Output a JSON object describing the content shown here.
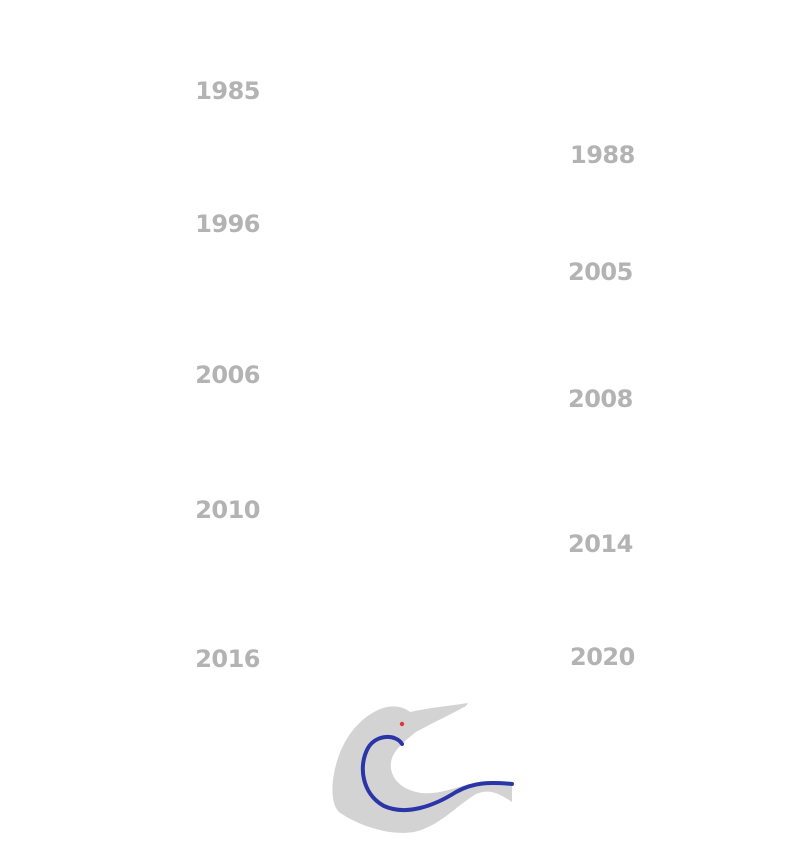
{
  "timeline": {
    "left_years": [
      "1985",
      "1996",
      "2006",
      "2010",
      "2016"
    ],
    "right_years": [
      "1988",
      "2005",
      "2008",
      "2014",
      "2020"
    ]
  },
  "logo": {
    "icon": "loon-bird-logo-icon",
    "colors": {
      "body": "#d3d3d3",
      "curve": "#2a36a8",
      "eye": "#e0363c"
    }
  },
  "colors": {
    "year_text": "#b3b3b3",
    "background": "#ffffff"
  }
}
